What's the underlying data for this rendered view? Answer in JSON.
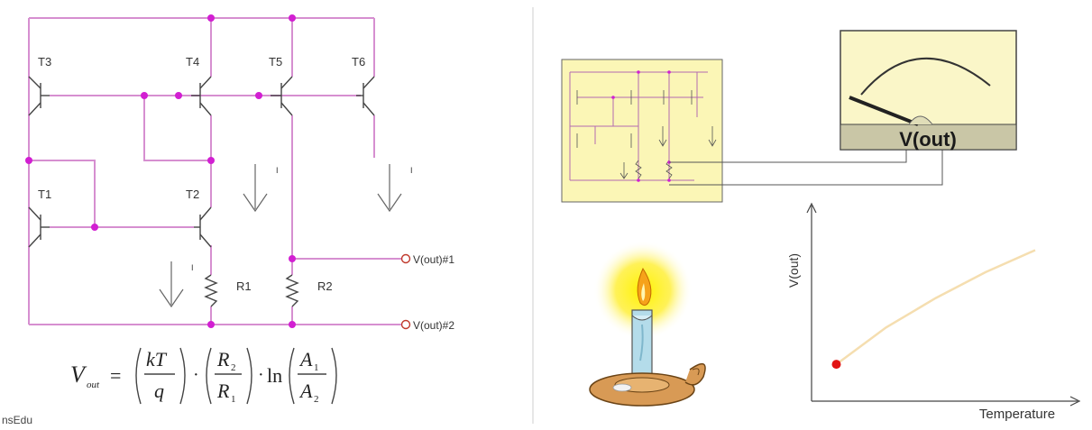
{
  "circuit": {
    "transistors": [
      "T3",
      "T4",
      "T5",
      "T6",
      "T1",
      "T2"
    ],
    "current_label": "I",
    "resistors": [
      "R1",
      "R2"
    ],
    "outputs": [
      "V(out)#1",
      "V(out)#2"
    ]
  },
  "formula": {
    "lhs_main": "V",
    "lhs_sub": "out",
    "equals": "=",
    "kt": "kT",
    "q": "q",
    "r2": "R",
    "r2_sub": "2",
    "r1": "R",
    "r1_sub": "1",
    "dot": "·",
    "ln": "ln",
    "a1": "A",
    "a1_sub": "1",
    "a2": "A",
    "a2_sub": "2"
  },
  "footer": {
    "credit": "nsEdu"
  },
  "meter": {
    "label": "V(out)"
  },
  "graph": {
    "ylabel": "V(out)",
    "xlabel": "Temperature"
  },
  "colors": {
    "wire": "#d68fd0",
    "node": "#d21fd2",
    "panel": "#fbf6b6",
    "meter_body": "#faf6c8",
    "meter_band": "#c9c6a6",
    "curve": "#f5deb0",
    "dot": "#e21414"
  },
  "chart_data": {
    "type": "line",
    "title": "",
    "xlabel": "Temperature",
    "ylabel": "V(out)",
    "series": [
      {
        "values_shape": "rising",
        "x": [
          0.1,
          0.3,
          0.5,
          0.7,
          0.9
        ],
        "y": [
          0.2,
          0.4,
          0.56,
          0.7,
          0.82
        ]
      }
    ]
  }
}
